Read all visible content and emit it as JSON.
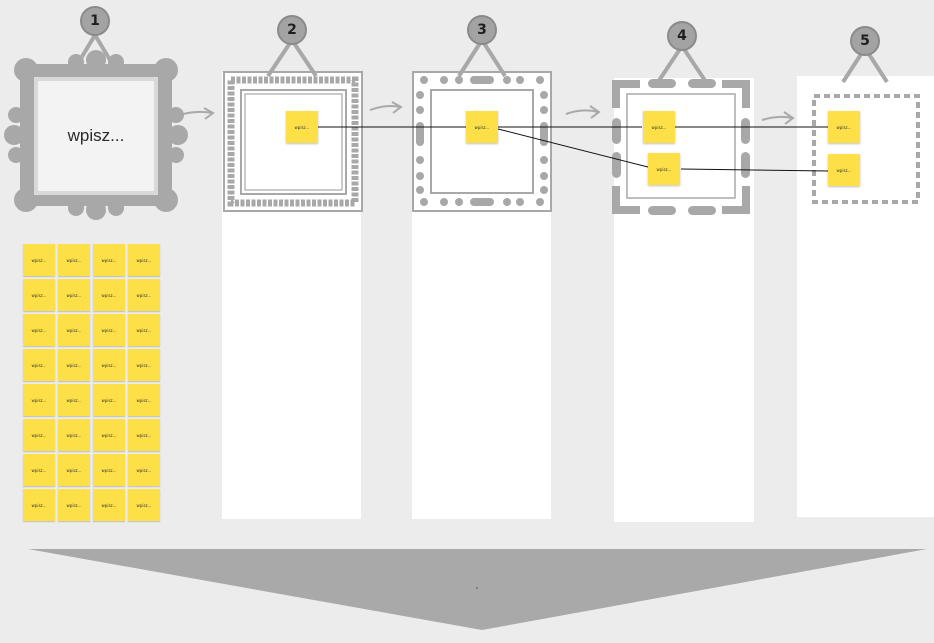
{
  "steps": [
    {
      "number": "1"
    },
    {
      "number": "2"
    },
    {
      "number": "3"
    },
    {
      "number": "4"
    },
    {
      "number": "5"
    }
  ],
  "frame1": {
    "text": "wpisz..."
  },
  "sticky_text": "wpisz...",
  "grid": {
    "rows": 8,
    "cols": 4
  },
  "colors": {
    "background": "#ececec",
    "column": "#ffffff",
    "frame": "#a8a8a8",
    "sticky": "#fde047",
    "arrow": "#a9a9a9",
    "connector": "#111111"
  }
}
